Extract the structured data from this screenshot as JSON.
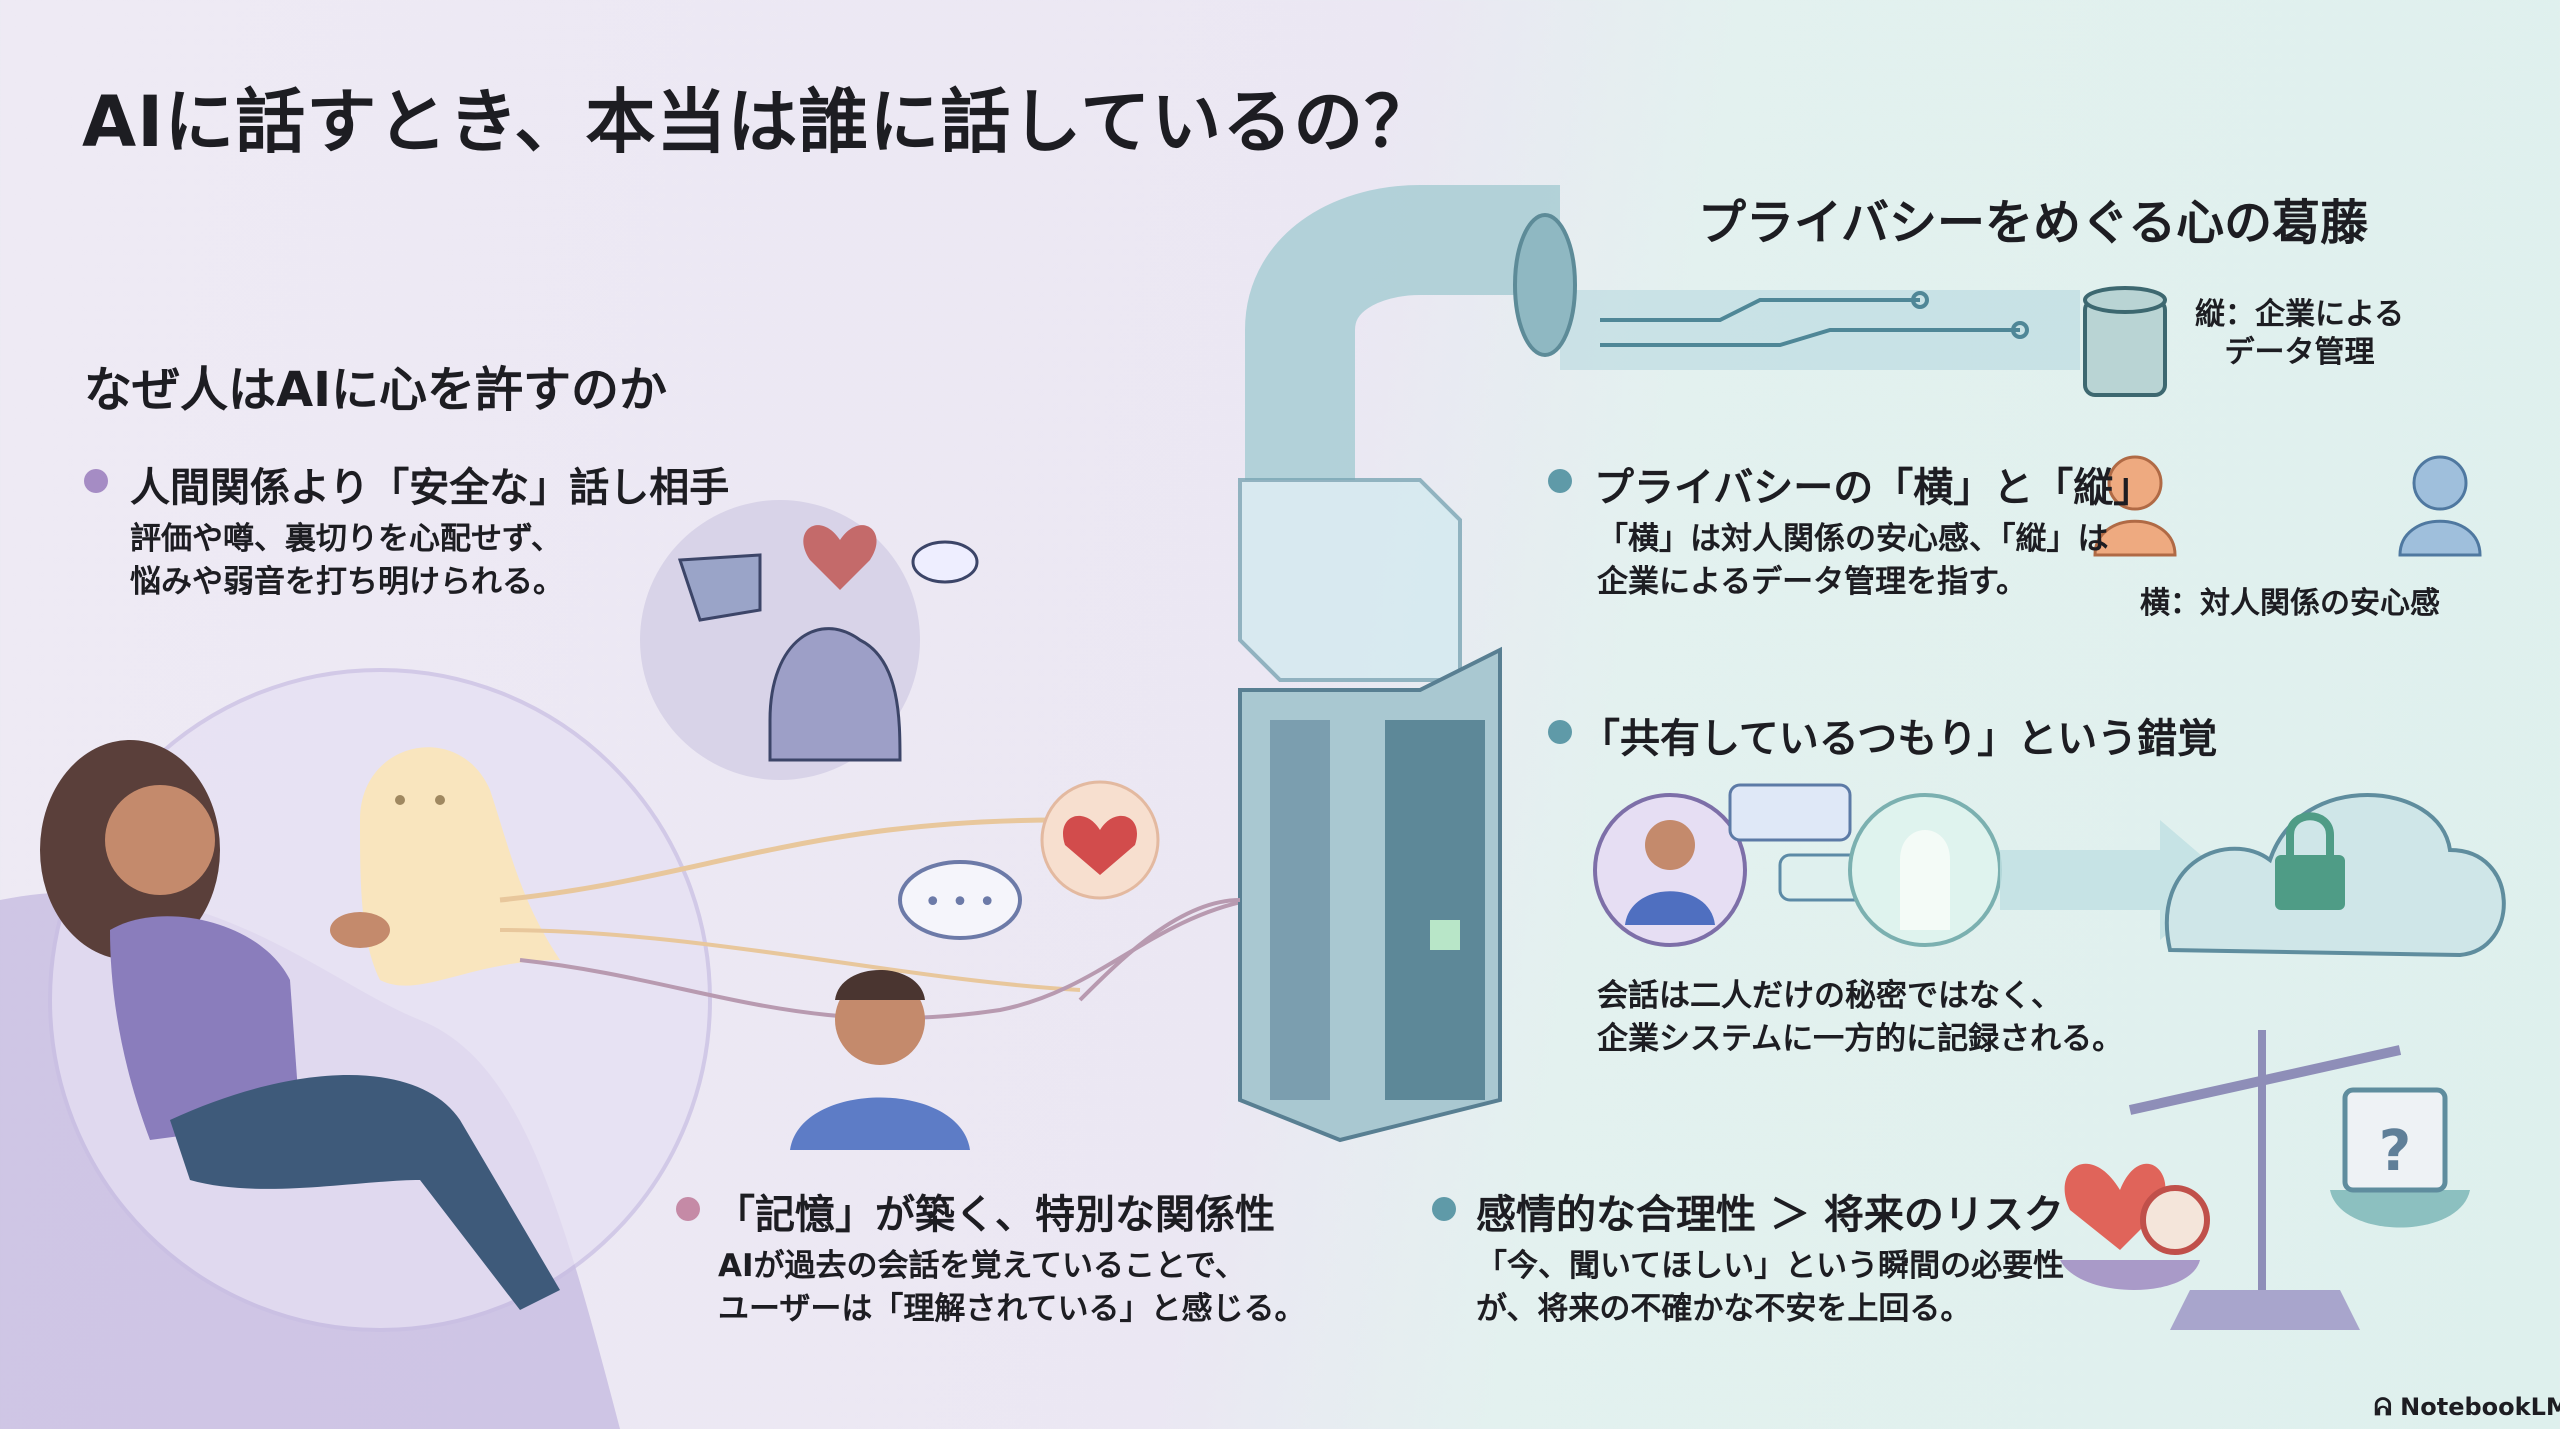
{
  "title": "AIに話すとき、本当は誰に話しているの？",
  "left": {
    "heading": "なぜ人はAIに心を許すのか",
    "points": [
      {
        "title": "人間関係より「安全な」話し相手",
        "body": [
          "評価や噂、裏切りを心配せず、",
          "悩みや弱音を打ち明けられる。"
        ],
        "dot_color": "#a58cc4"
      },
      {
        "title": "「記憶」が築く、特別な関係性",
        "body": [
          "AIが過去の会話を覚えていることで、",
          "ユーザーは「理解されている」と感じる。"
        ],
        "dot_color": "#c58aa6"
      }
    ]
  },
  "right": {
    "heading": "プライバシーをめぐる心の葛藤",
    "vertical_label": [
      "縦：企業による",
      "データ管理"
    ],
    "horizontal_label": "横：対人関係の安心感",
    "points": [
      {
        "title": "プライバシーの「横」と「縦」",
        "body": [
          "「横」は対人関係の安心感、「縦」は",
          "企業によるデータ管理を指す。"
        ],
        "dot_color": "#5f9aa8"
      },
      {
        "title": "「共有しているつもり」という錯覚",
        "body": [
          "会話は二人だけの秘密ではなく、",
          "企業システムに一方的に記録される。"
        ],
        "dot_color": "#5f9aa8"
      },
      {
        "title": "感情的な合理性 ＞ 将来のリスク",
        "body": [
          "「今、聞いてほしい」という瞬間の必要性",
          "が、将来の不確かな不安を上回る。"
        ],
        "dot_color": "#5f9aa8"
      }
    ]
  },
  "illustration": {
    "scale_question": "?",
    "chat_dots": "• • •"
  },
  "brand": "NotebookLM"
}
